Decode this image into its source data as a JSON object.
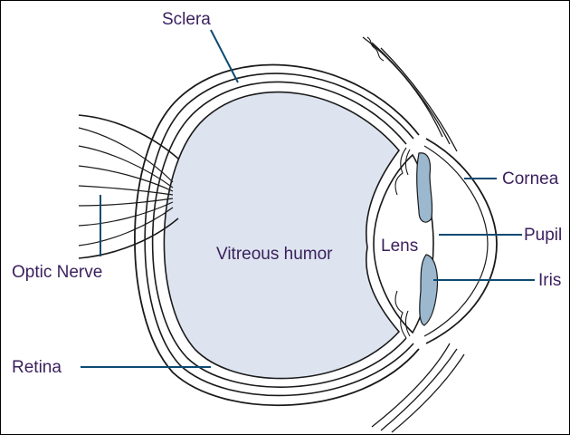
{
  "diagram": {
    "labels": {
      "sclera": "Sclera",
      "cornea": "Cornea",
      "pupil": "Pupil",
      "iris": "Iris",
      "lens": "Lens",
      "vitreous_humor": "Vitreous humor",
      "optic_nerve": "Optic Nerve",
      "retina": "Retina"
    },
    "colors": {
      "label_text": "#3a1f5d",
      "leader_line": "#0d4a72",
      "vitreous_fill": "#dde4ef",
      "iris_fill": "#9bb8cf",
      "outline": "#1a1a1a"
    }
  }
}
